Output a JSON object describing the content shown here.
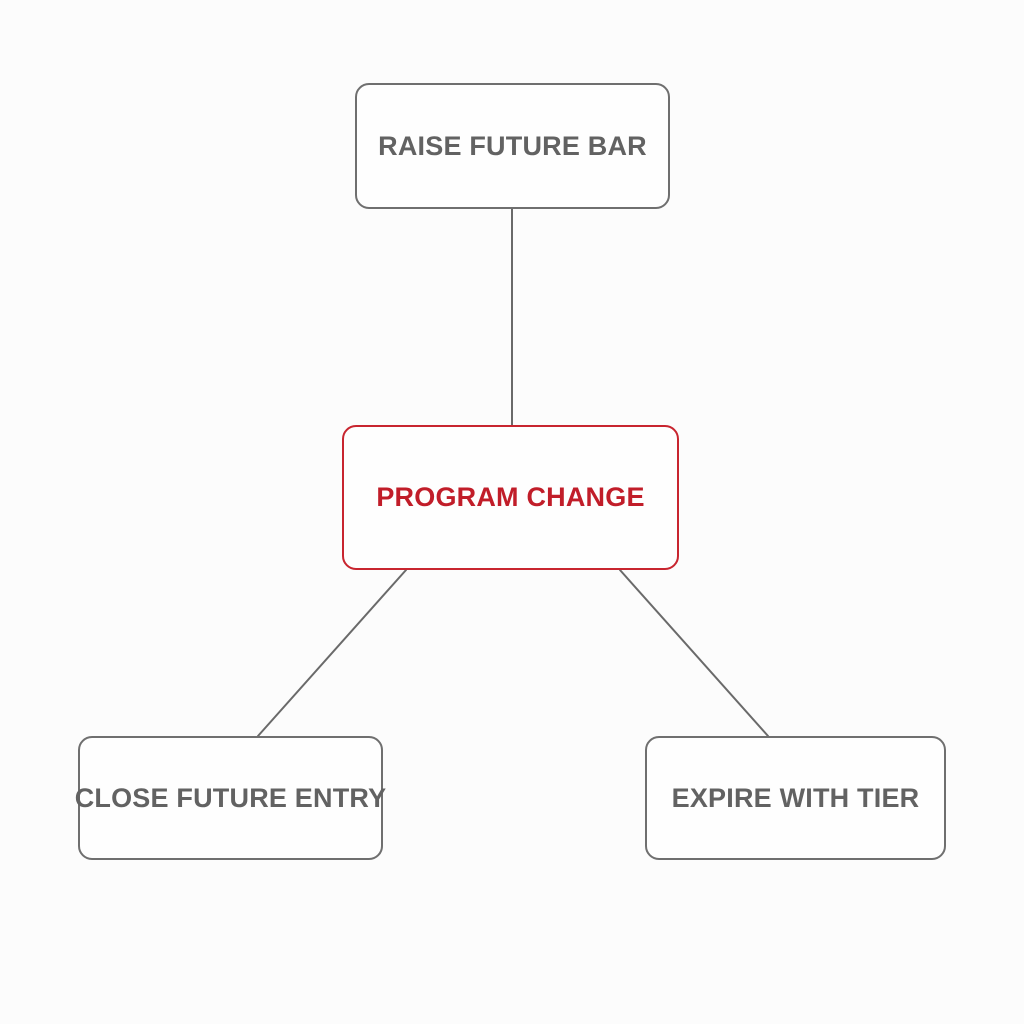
{
  "diagram": {
    "center": {
      "label": "PROGRAM CHANGE"
    },
    "top": {
      "label": "RAISE FUTURE BAR"
    },
    "bottom_left": {
      "label": "CLOSE FUTURE ENTRY"
    },
    "bottom_right": {
      "label": "EXPIRE WITH TIER"
    }
  },
  "colors": {
    "center_accent": "#c11d29",
    "node_border": "#6f6f6f",
    "node_text": "#626262",
    "connector": "#6a6a6a",
    "background": "#fcfcfc"
  }
}
